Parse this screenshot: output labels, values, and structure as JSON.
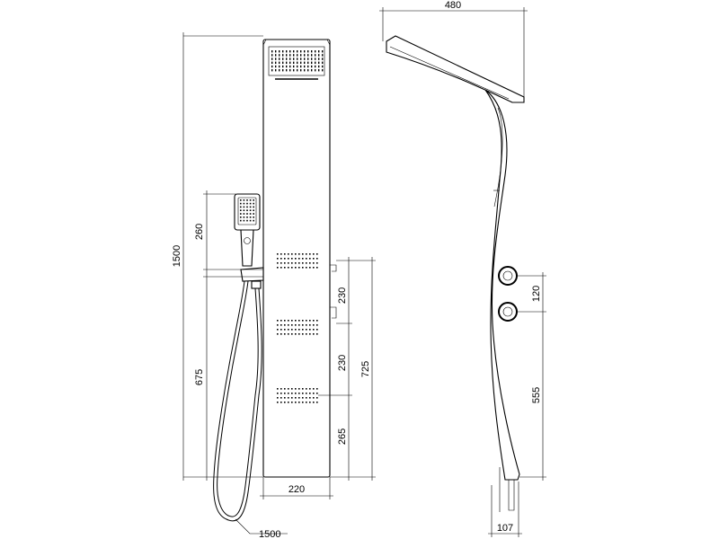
{
  "dimensions": {
    "total_height": "1500",
    "handshower_height": "260",
    "handshower_mount_height": "675",
    "jet_spacing_top": "230",
    "jet_spacing_middle": "230",
    "bottom_jet_height": "265",
    "lowest_outlet_height": "725",
    "panel_width": "220",
    "hose_length": "1500",
    "side_depth": "480",
    "valve_spacing": "120",
    "valve_height": "555",
    "bottom_depth": "107"
  }
}
